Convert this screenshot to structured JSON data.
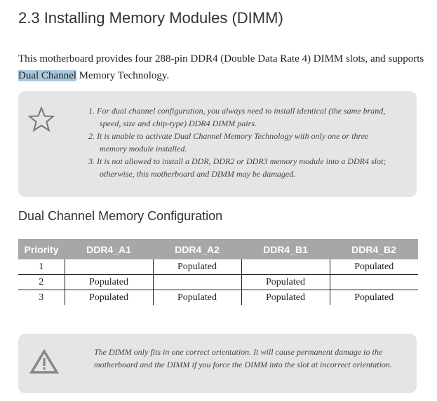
{
  "title": "2.3  Installing Memory Modules (DIMM)",
  "intro": {
    "before": "This motherboard provides four 288-pin DDR4 (Double Data Rate 4) DIMM slots, and supports ",
    "highlight": "Dual Channel",
    "after": " Memory Technology."
  },
  "notes": [
    "1. For dual channel configuration, you always need to install identical (the same brand, speed, size and chip-type) DDR4 DIMM pairs.",
    "2. It is unable to activate Dual Channel Memory Technology with only one or three memory module installed.",
    "3. It is not allowed to install a DDR, DDR2 or DDR3 memory module into a DDR4 slot; otherwise, this motherboard and DIMM may be damaged."
  ],
  "config_heading": "Dual Channel Memory Configuration",
  "table": {
    "headers": [
      "Priority",
      "DDR4_A1",
      "DDR4_A2",
      "DDR4_B1",
      "DDR4_B2"
    ],
    "rows": [
      [
        "1",
        "",
        "Populated",
        "",
        "Populated"
      ],
      [
        "2",
        "Populated",
        "",
        "Populated",
        ""
      ],
      [
        "3",
        "Populated",
        "Populated",
        "Populated",
        "Populated"
      ]
    ]
  },
  "warning": "The DIMM only fits in one correct orientation. It will cause permanent damage to the motherboard and the DIMM if you force the DIMM into the slot at incorrect orientation."
}
